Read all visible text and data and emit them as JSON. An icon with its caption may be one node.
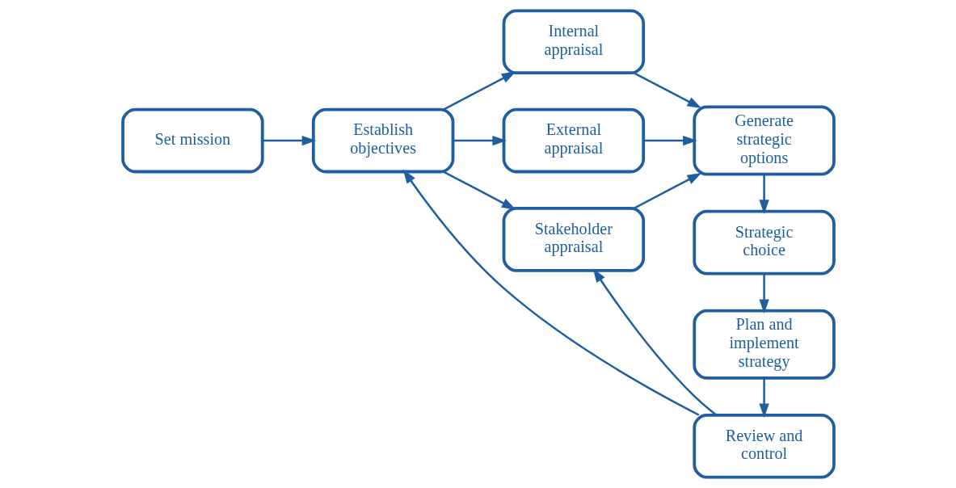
{
  "diagram": {
    "nodes": [
      {
        "text": [
          "Set mission"
        ]
      },
      {
        "text": [
          "Establish objectives"
        ]
      },
      {
        "text": [
          "Internal appraisal"
        ]
      },
      {
        "text": [
          "External appraisal"
        ]
      },
      {
        "text": [
          "Stakeholder appraisal"
        ]
      },
      {
        "text": [
          "Generate strategic options"
        ]
      },
      {
        "text": [
          "Strategic choice"
        ]
      },
      {
        "text": [
          "Plan and implement strategy"
        ]
      },
      {
        "text": [
          "Review and control"
        ]
      }
    ],
    "edges": [
      {
        "from": 0,
        "to": 1,
        "arrow": "to"
      },
      {
        "from": 1,
        "to": 2,
        "arrow": "to"
      },
      {
        "from": 1,
        "to": 3,
        "arrow": "to"
      },
      {
        "from": 1,
        "to": 4,
        "arrow": "to"
      },
      {
        "from": 2,
        "to": 5,
        "arrow": "to"
      },
      {
        "from": 3,
        "to": 5,
        "arrow": "to"
      },
      {
        "from": 4,
        "to": 5,
        "arrow": "to"
      },
      {
        "from": 5,
        "to": 6,
        "arrow": "to"
      },
      {
        "from": 6,
        "to": 7,
        "arrow": "to"
      },
      {
        "from": 7,
        "to": 8,
        "arrow": "to"
      },
      {
        "from": 8,
        "to": 1,
        "arrow": "to"
      },
      {
        "from": 8,
        "to": 4,
        "arrow": "to"
      }
    ]
  }
}
